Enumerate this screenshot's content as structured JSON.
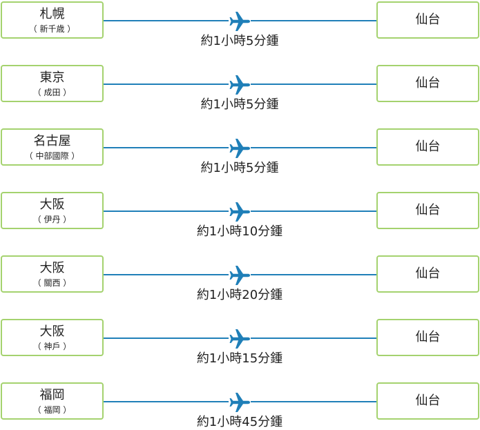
{
  "routes": [
    {
      "origin": "札幌",
      "origin_sub": "（ 新千歳 ）",
      "destination": "仙台",
      "duration": "約1小時5分鍾"
    },
    {
      "origin": "東京",
      "origin_sub": "（ 成田 ）",
      "destination": "仙台",
      "duration": "約1小時5分鍾"
    },
    {
      "origin": "名古屋",
      "origin_sub": "（ 中部國際 ）",
      "destination": "仙台",
      "duration": "約1小時5分鍾"
    },
    {
      "origin": "大阪",
      "origin_sub": "（ 伊丹 ）",
      "destination": "仙台",
      "duration": "約1小時10分鍾"
    },
    {
      "origin": "大阪",
      "origin_sub": "（ 關西 ）",
      "destination": "仙台",
      "duration": "約1小時20分鍾"
    },
    {
      "origin": "大阪",
      "origin_sub": "（ 神戶 ）",
      "destination": "仙台",
      "duration": "約1小時15分鍾"
    },
    {
      "origin": "福岡",
      "origin_sub": "（ 福岡 ）",
      "destination": "仙台",
      "duration": "約1小時45分鍾"
    }
  ],
  "icons": {
    "connector": "airplane-icon"
  },
  "colors": {
    "box_border": "#a4d26e",
    "line": "#1f7fb8",
    "plane": "#1f7fb8",
    "text": "#222222"
  }
}
